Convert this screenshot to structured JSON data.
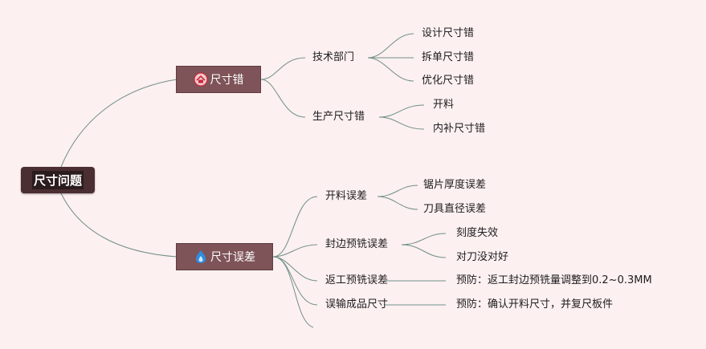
{
  "root": {
    "label": "尺寸问题"
  },
  "branches": [
    {
      "label": "尺寸错",
      "icon": "red-home-icon",
      "children": [
        {
          "label": "技术部门",
          "children": [
            "设计尺寸错",
            "拆单尺寸错",
            "优化尺寸错"
          ]
        },
        {
          "label": "生产尺寸错",
          "children": [
            "开料",
            "内补尺寸错"
          ]
        }
      ]
    },
    {
      "label": "尺寸误差",
      "icon": "blue-flame-icon",
      "children": [
        {
          "label": "开料误差",
          "children": [
            "锯片厚度误差",
            "刀具直径误差"
          ]
        },
        {
          "label": "封边预铣误差",
          "children": [
            "刻度失效",
            "对刀没对好"
          ]
        },
        {
          "label": "返工预铣误差",
          "children": [
            "预防：返工封边预铣量调整到0.2~0.3MM"
          ]
        },
        {
          "label": "误输成品尺寸",
          "children": [
            "预防：确认开料尺寸，并复尺板件"
          ]
        }
      ]
    }
  ],
  "colors": {
    "background": "#fdf0f1",
    "root_fill": "#4a2e31",
    "branch_fill": "#7e5458",
    "connector": "#6f8f86"
  }
}
